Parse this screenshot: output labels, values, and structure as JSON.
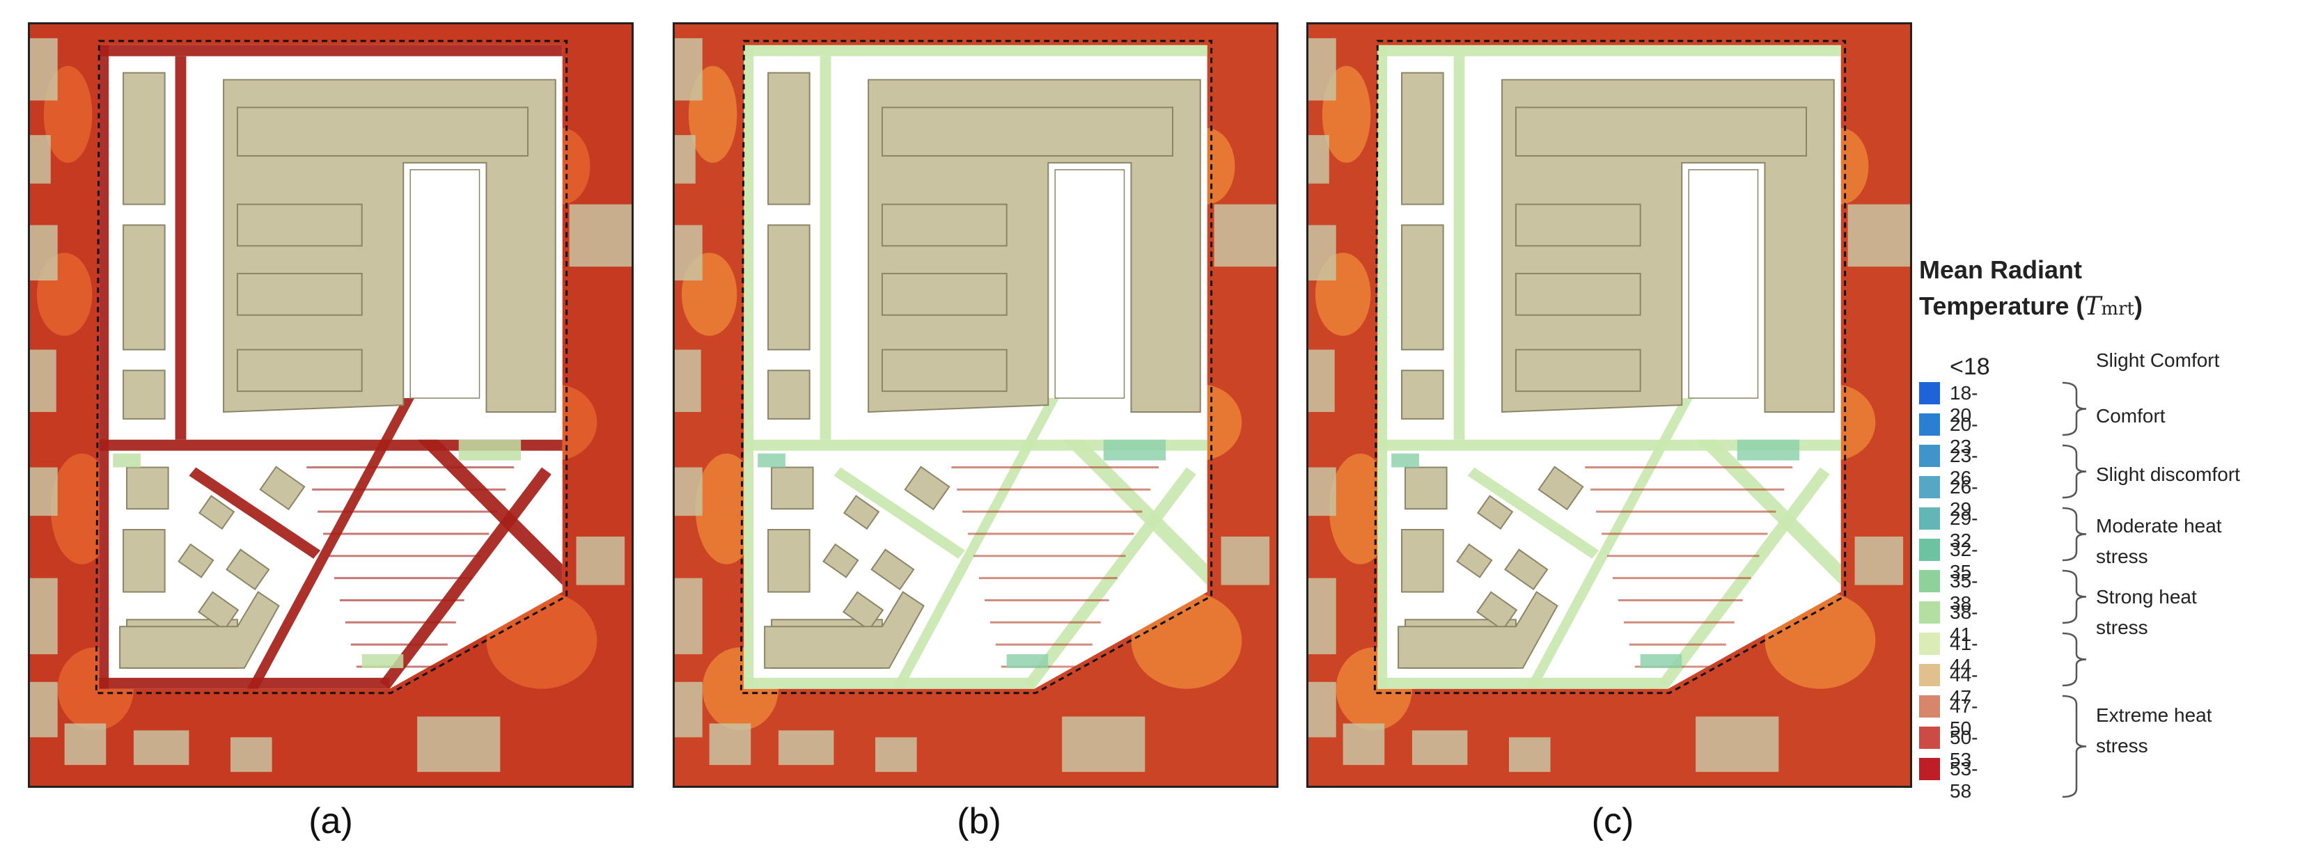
{
  "panels": [
    {
      "caption": "(a)",
      "palette": {
        "base": "#c63a22",
        "street": "#a52018",
        "accent": "#e8682e",
        "green": "#bfe0a6"
      }
    },
    {
      "caption": "(b)",
      "palette": {
        "base": "#cc4426",
        "street": "#c9e8b0",
        "accent": "#ef8a3a",
        "green": "#8fd2ad"
      }
    },
    {
      "caption": "(c)",
      "palette": {
        "base": "#cc4426",
        "street": "#c9e8b0",
        "accent": "#ef8a3a",
        "green": "#8fd2ad"
      }
    }
  ],
  "legend": {
    "title_line1": "Mean Radiant",
    "title_line2": "Temperature (",
    "title_symbol": "T",
    "title_subscript": "mrt",
    "title_close": ")",
    "first_label": "<18",
    "bins": [
      {
        "label": "18-20",
        "color": "#1f63d8"
      },
      {
        "label": "20-23",
        "color": "#2a7fd0"
      },
      {
        "label": "23-26",
        "color": "#3f95c9"
      },
      {
        "label": "26-29",
        "color": "#55a7c5"
      },
      {
        "label": "29-32",
        "color": "#63b6b6"
      },
      {
        "label": "32-35",
        "color": "#6cc2a1"
      },
      {
        "label": "35-38",
        "color": "#8fd19a"
      },
      {
        "label": "38-41",
        "color": "#b3dfa3"
      },
      {
        "label": "41-44",
        "color": "#dcecb6"
      },
      {
        "label": "44-47",
        "color": "#e2c08e"
      },
      {
        "label": "47-50",
        "color": "#d6866a"
      },
      {
        "label": "50-53",
        "color": "#cc4b45"
      },
      {
        "label": "53-58",
        "color": "#be1f27"
      }
    ],
    "categories": [
      {
        "lines": [
          "Slight Comfort"
        ]
      },
      {
        "lines": [
          "Comfort"
        ]
      },
      {
        "lines": [
          "Slight  discomfort"
        ]
      },
      {
        "lines": [
          "Moderate heat",
          "stress"
        ]
      },
      {
        "lines": [
          "Strong heat",
          "stress"
        ]
      },
      {
        "lines": [
          "Extreme heat",
          "stress"
        ]
      }
    ]
  }
}
